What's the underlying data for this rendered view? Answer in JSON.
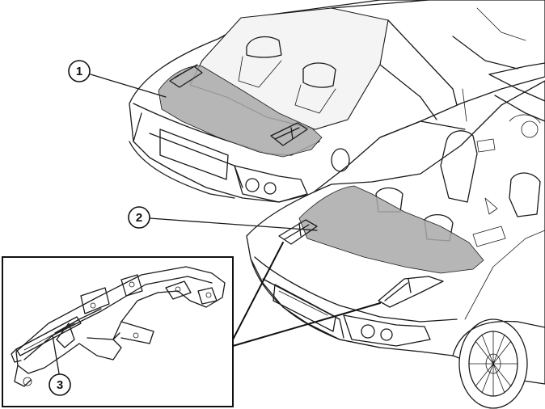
{
  "callouts": [
    {
      "id": "1",
      "label": "1"
    },
    {
      "id": "2",
      "label": "2"
    },
    {
      "id": "3",
      "label": "3"
    }
  ],
  "colors": {
    "highlight": "#a9a9a9",
    "line": "#1a1a1a",
    "background": "#ffffff"
  }
}
